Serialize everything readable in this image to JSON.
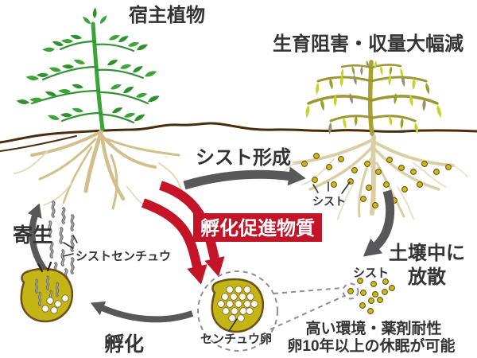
{
  "diagram": {
    "title_host_plant": "宿主植物",
    "title_damage": "生育阻害・収量大幅減",
    "cycle": {
      "cyst_formation": "シスト形成",
      "soil_dispersal_line1": "土壌中に",
      "soil_dispersal_line2": "放散",
      "hatching": "孵化",
      "parasitism": "寄生",
      "hatch_substance": "孵化促進物質"
    },
    "callouts": {
      "cyst_on_roots": "シスト",
      "cyst_nematode": "シストセンチュウ",
      "nematode_eggs": "センチュウ卵",
      "cyst_in_soil": "シスト",
      "resistance_line1": "高い環境・薬剤耐性",
      "resistance_line2": "卵10年以上の休眠が可能"
    },
    "colors": {
      "accent_red": "#c41528",
      "arrow_gray": "#58585a",
      "text_dark": "#333333",
      "healthy_green": "#3aa438",
      "sick_olive": "#a8a233",
      "root_beige": "#d2bf8a",
      "ground_brown": "#4b2d0e",
      "cyst_yellow": "#c3b516"
    }
  }
}
